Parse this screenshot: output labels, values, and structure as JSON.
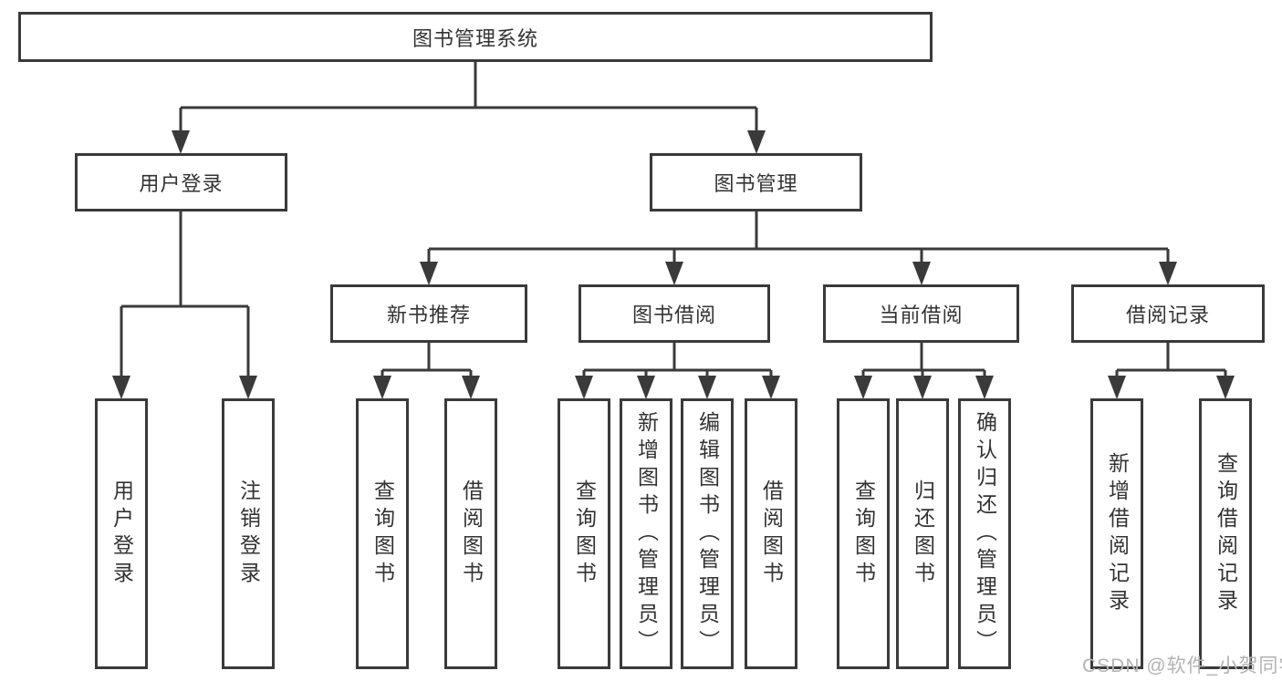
{
  "diagram": {
    "title": "图书管理系统",
    "type": "hierarchy-tree"
  },
  "nodes": [
    {
      "id": "root",
      "label": "图书管理系统"
    },
    {
      "id": "user-login",
      "label": "用户登录"
    },
    {
      "id": "book-management",
      "label": "图书管理"
    },
    {
      "id": "new-book-recommend",
      "label": "新书推荐"
    },
    {
      "id": "book-borrowing",
      "label": "图书借阅"
    },
    {
      "id": "current-borrowing",
      "label": "当前借阅"
    },
    {
      "id": "borrowing-records",
      "label": "借阅记录"
    },
    {
      "id": "leaf-user-login",
      "label": "用户登录"
    },
    {
      "id": "leaf-logout",
      "label": "注销登录"
    },
    {
      "id": "leaf-query-books-1",
      "label": "查询图书"
    },
    {
      "id": "leaf-borrow-books-1",
      "label": "借阅图书"
    },
    {
      "id": "leaf-query-books-2",
      "label": "查询图书"
    },
    {
      "id": "leaf-add-books-admin",
      "label": "新增图书（管理员）"
    },
    {
      "id": "leaf-edit-books-admin",
      "label": "编辑图书（管理员）"
    },
    {
      "id": "leaf-borrow-books-2",
      "label": "借阅图书"
    },
    {
      "id": "leaf-query-books-3",
      "label": "查询图书"
    },
    {
      "id": "leaf-return-books",
      "label": "归还图书"
    },
    {
      "id": "leaf-confirm-return-admin",
      "label": "确认归还（管理员）"
    },
    {
      "id": "leaf-add-borrow-record",
      "label": "新增借阅记录"
    },
    {
      "id": "leaf-query-borrow-record",
      "label": "查询借阅记录"
    }
  ],
  "hierarchy": {
    "label": "图书管理系统",
    "children": [
      {
        "label": "用户登录",
        "children": [
          {
            "label": "用户登录"
          },
          {
            "label": "注销登录"
          }
        ]
      },
      {
        "label": "图书管理",
        "children": [
          {
            "label": "新书推荐",
            "children": [
              {
                "label": "查询图书"
              },
              {
                "label": "借阅图书"
              }
            ]
          },
          {
            "label": "图书借阅",
            "children": [
              {
                "label": "查询图书"
              },
              {
                "label": "新增图书（管理员）"
              },
              {
                "label": "编辑图书（管理员）"
              },
              {
                "label": "借阅图书"
              }
            ]
          },
          {
            "label": "当前借阅",
            "children": [
              {
                "label": "查询图书"
              },
              {
                "label": "归还图书"
              },
              {
                "label": "确认归还（管理员）"
              }
            ]
          },
          {
            "label": "借阅记录",
            "children": [
              {
                "label": "新增借阅记录"
              },
              {
                "label": "查询借阅记录"
              }
            ]
          }
        ]
      }
    ]
  },
  "watermark": {
    "text": "CSDN @软件_小贺同学",
    "color": "#b3b3b3"
  },
  "colors": {
    "line": "#3a3a3a",
    "box_border": "#3a3a3a",
    "text": "#333333",
    "background": "#ffffff"
  }
}
